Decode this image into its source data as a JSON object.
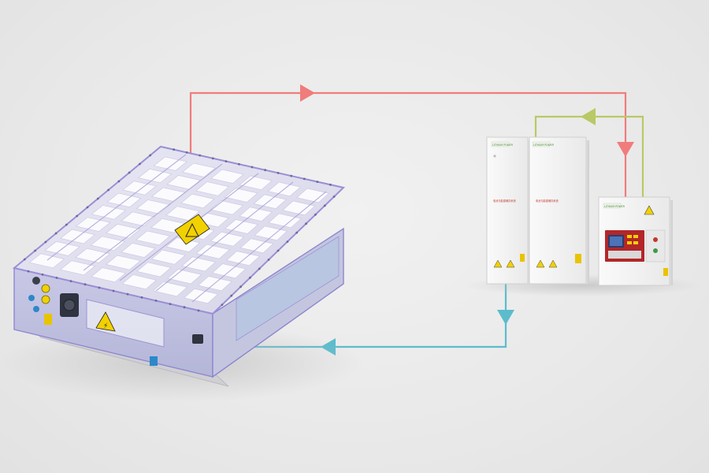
{
  "colors": {
    "background": "#eaeaea",
    "output_line": "#f07c7c",
    "return_line": "#5bbccc",
    "signal_line": "#b9c965",
    "pack_frame": "#9a8fd6",
    "warning_yellow": "#f2d100"
  },
  "icons": {
    "high_voltage": "high-voltage-warning-icon",
    "arrow": "arrowhead-icon"
  },
  "cabinets": {
    "left_label": "电池与能源储存系统",
    "middle_label": "电池与能源储存系统",
    "small_brand": "LITHIUM POWER"
  }
}
